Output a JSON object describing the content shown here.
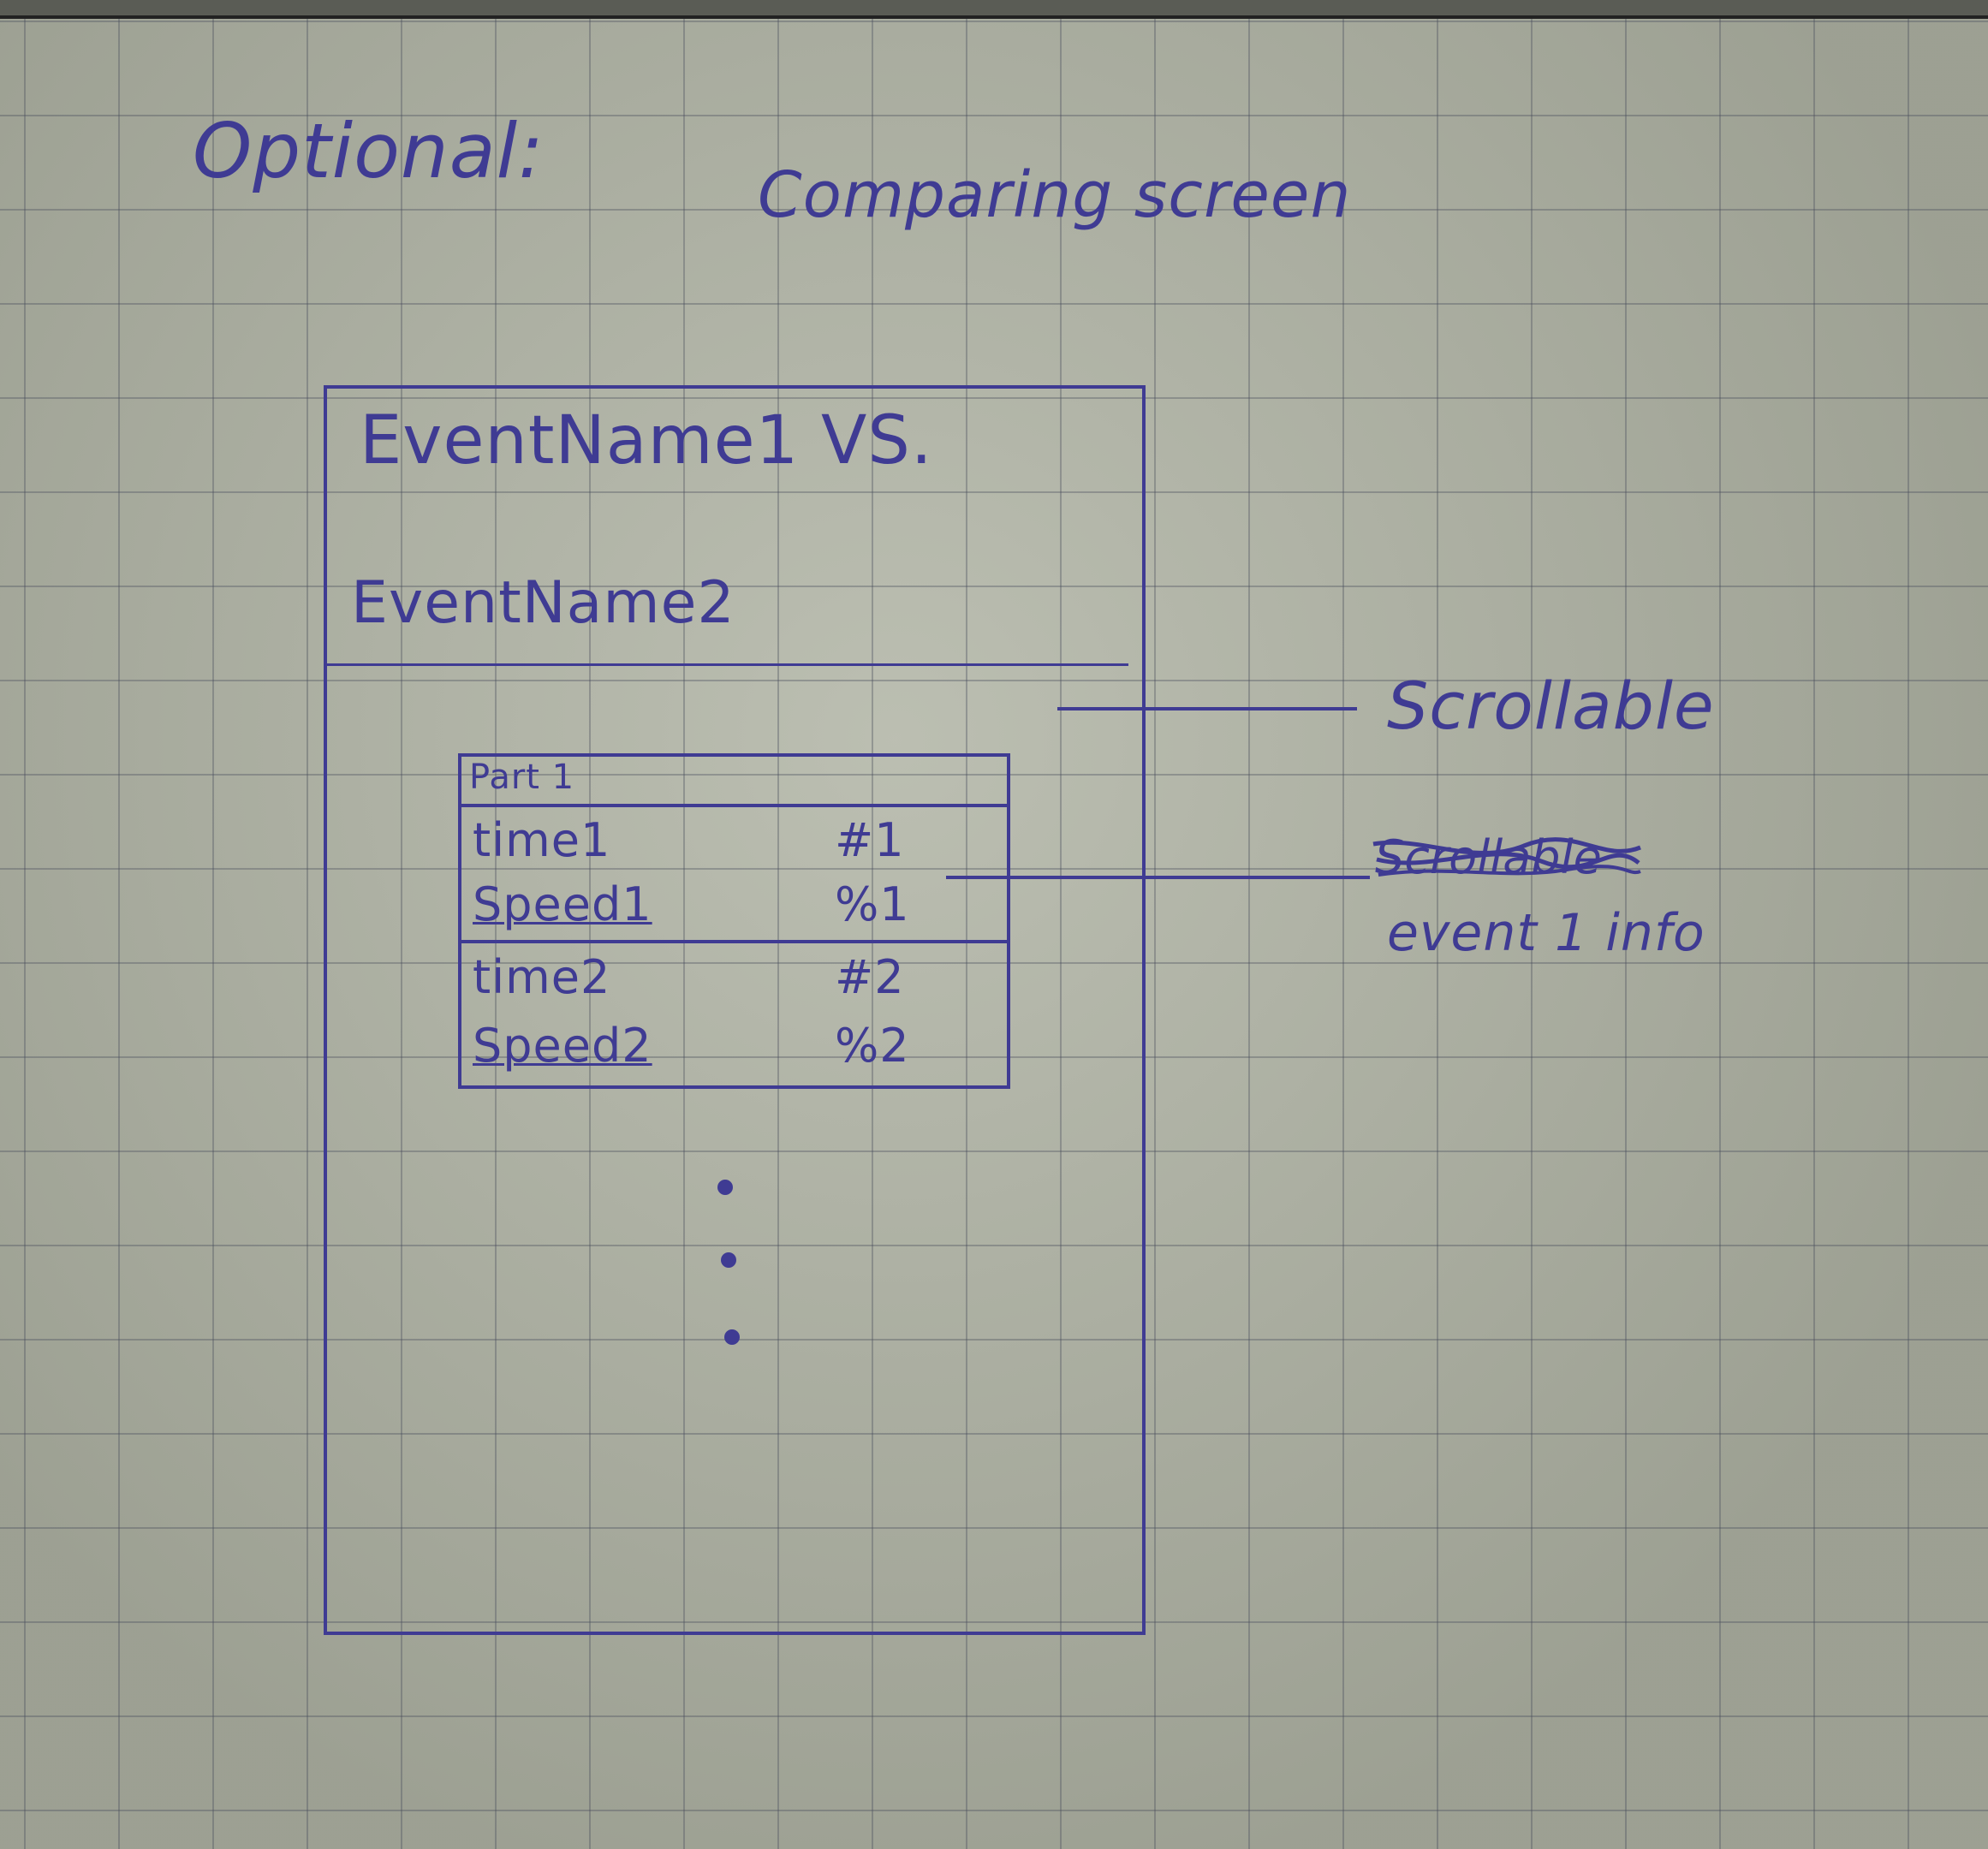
{
  "page": {
    "title": "Optional:",
    "subtitle": "Comparing screen"
  },
  "mockup": {
    "header": {
      "line1": "EventName1 VS.",
      "line2": "EventName2"
    },
    "table": {
      "header": "Part 1",
      "rows": [
        {
          "label": "time1",
          "value": "#1"
        },
        {
          "label": "Speed1",
          "value": "%1"
        },
        {
          "label": "time2",
          "value": "#2"
        },
        {
          "label": "Speed2",
          "value": "%2"
        }
      ]
    }
  },
  "annotations": {
    "outer": "Scrollable",
    "inner_struck": "Scrollable",
    "inner": "event 1 info"
  },
  "colors": {
    "ink": "#3f3b93",
    "paper": "#a9ad9f"
  }
}
